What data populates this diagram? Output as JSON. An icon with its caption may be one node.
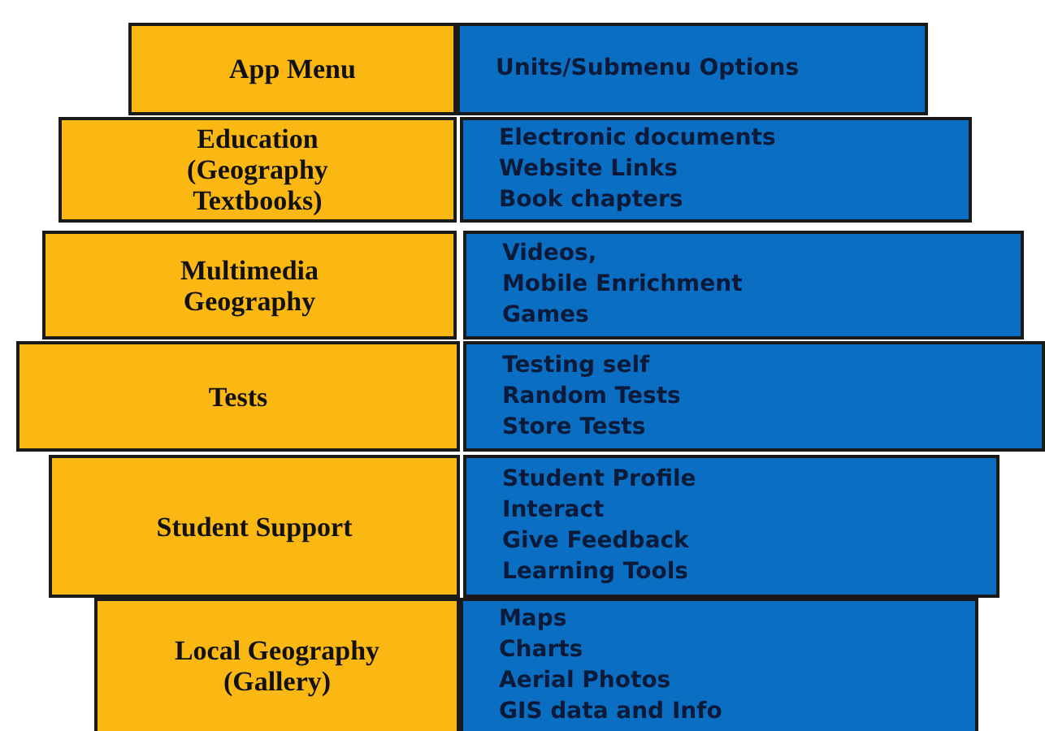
{
  "diagram": {
    "nodes": [
      {
        "text": [
          "App Menu"
        ]
      },
      {
        "text": [
          "Units/Submenu Options"
        ]
      },
      {
        "text": [
          "Education (Geography Textbooks)"
        ]
      },
      {
        "text": [
          "Electronic documents",
          "Website Links",
          "Book chapters"
        ]
      },
      {
        "text": [
          "Multimedia Geography"
        ]
      },
      {
        "text": [
          "Videos,",
          "Mobile Enrichment",
          "Games"
        ]
      },
      {
        "text": [
          "Tests"
        ]
      },
      {
        "text": [
          "Testing self",
          "Random Tests",
          "Store Tests"
        ]
      },
      {
        "text": [
          "Student Support"
        ]
      },
      {
        "text": [
          "Student Profile",
          "Interact",
          "Give Feedback",
          "Learning Tools"
        ]
      },
      {
        "text": [
          "Local Geography (Gallery)"
        ]
      },
      {
        "text": [
          "Maps",
          "Charts",
          "Aerial Photos",
          "GIS data and Info"
        ]
      }
    ]
  }
}
